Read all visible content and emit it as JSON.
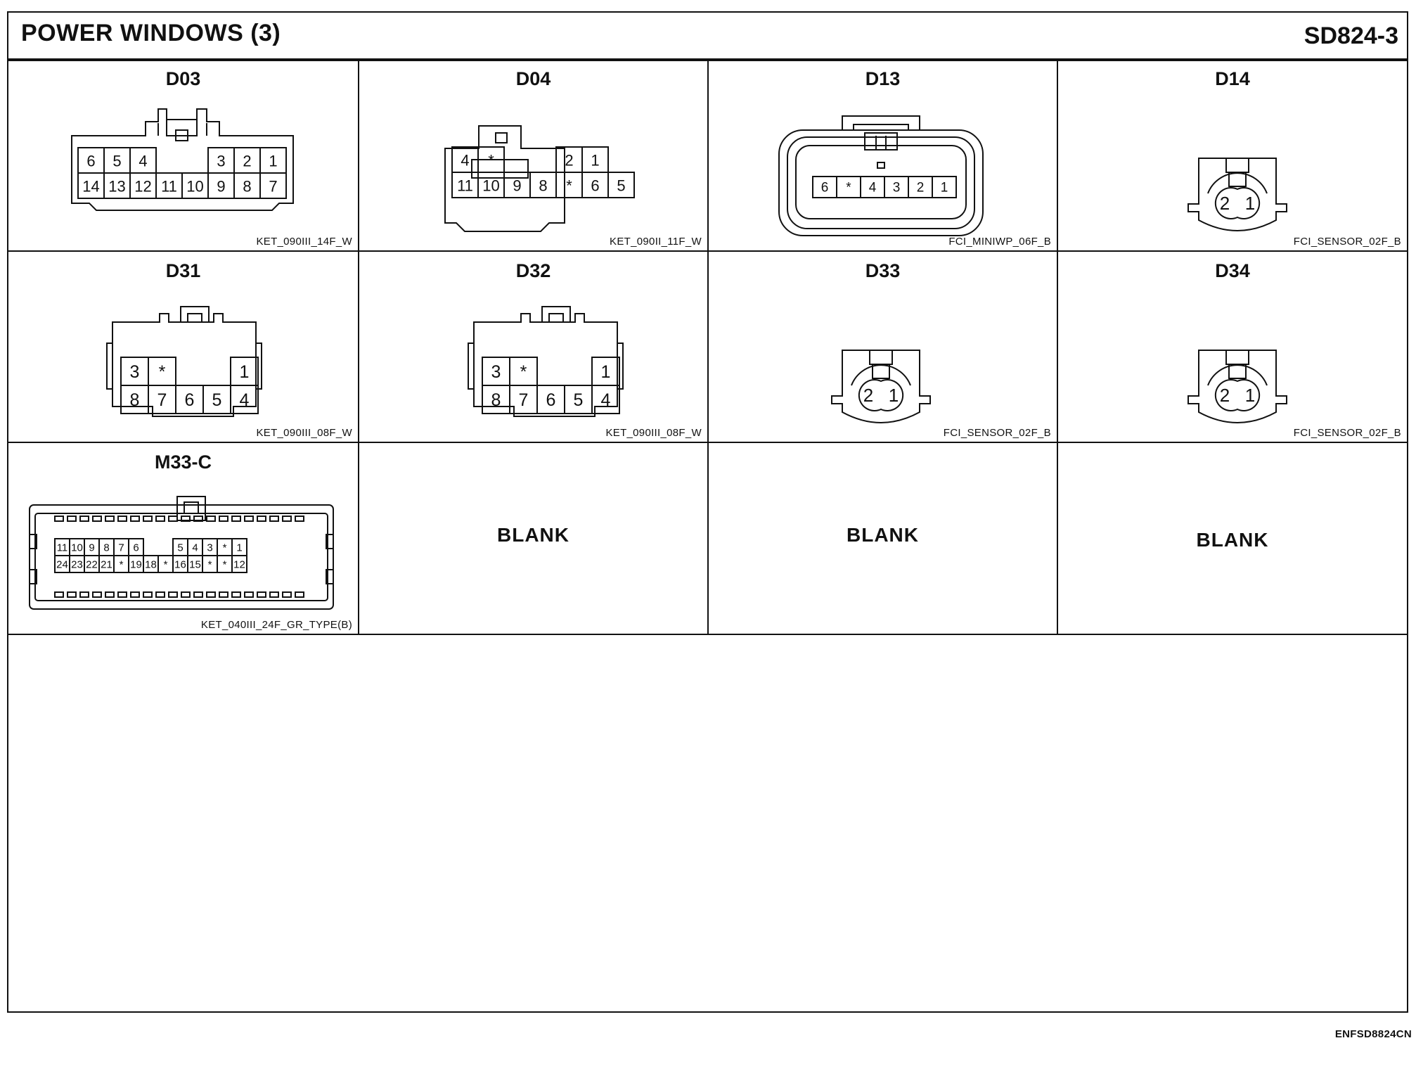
{
  "header": {
    "title": "POWER WINDOWS (3)",
    "code": "SD824-3"
  },
  "connectors": [
    {
      "id": "D03",
      "code": "KET_090III_14F_W",
      "pins": [
        [
          "6",
          "5",
          "4",
          "",
          "",
          "3",
          "2",
          "1"
        ],
        [
          "14",
          "13",
          "12",
          "11",
          "10",
          "9",
          "8",
          "7"
        ]
      ]
    },
    {
      "id": "D04",
      "code": "KET_090II_11F_W",
      "pins": [
        [
          "4",
          "*",
          "",
          "",
          "2",
          "1"
        ],
        [
          "11",
          "10",
          "9",
          "8",
          "*",
          "6",
          "5"
        ]
      ]
    },
    {
      "id": "D13",
      "code": "FCI_MINIWP_06F_B",
      "pins": [
        [
          "6",
          "*",
          "4",
          "3",
          "2",
          "1"
        ]
      ]
    },
    {
      "id": "D14",
      "code": "FCI_SENSOR_02F_B",
      "pins": [
        [
          "2",
          "1"
        ]
      ]
    },
    {
      "id": "D31",
      "code": "KET_090III_08F_W",
      "pins": [
        [
          "3",
          "*",
          "",
          "",
          "1"
        ],
        [
          "8",
          "7",
          "6",
          "5",
          "4"
        ]
      ]
    },
    {
      "id": "D32",
      "code": "KET_090III_08F_W",
      "pins": [
        [
          "3",
          "*",
          "",
          "",
          "1"
        ],
        [
          "8",
          "7",
          "6",
          "5",
          "4"
        ]
      ]
    },
    {
      "id": "D33",
      "code": "FCI_SENSOR_02F_B",
      "pins": [
        [
          "2",
          "1"
        ]
      ]
    },
    {
      "id": "D34",
      "code": "FCI_SENSOR_02F_B",
      "pins": [
        [
          "2",
          "1"
        ]
      ]
    },
    {
      "id": "M33-C",
      "code": "KET_040III_24F_GR_TYPE(B)",
      "pins": [
        [
          "11",
          "10",
          "9",
          "8",
          "7",
          "6",
          "",
          "",
          "5",
          "4",
          "3",
          "*",
          "1"
        ],
        [
          "24",
          "23",
          "22",
          "21",
          "*",
          "19",
          "18",
          "*",
          "16",
          "15",
          "*",
          "*",
          "12"
        ]
      ]
    }
  ],
  "blanks": [
    "BLANK",
    "BLANK",
    "BLANK"
  ],
  "footer": "ENFSD8824CN"
}
